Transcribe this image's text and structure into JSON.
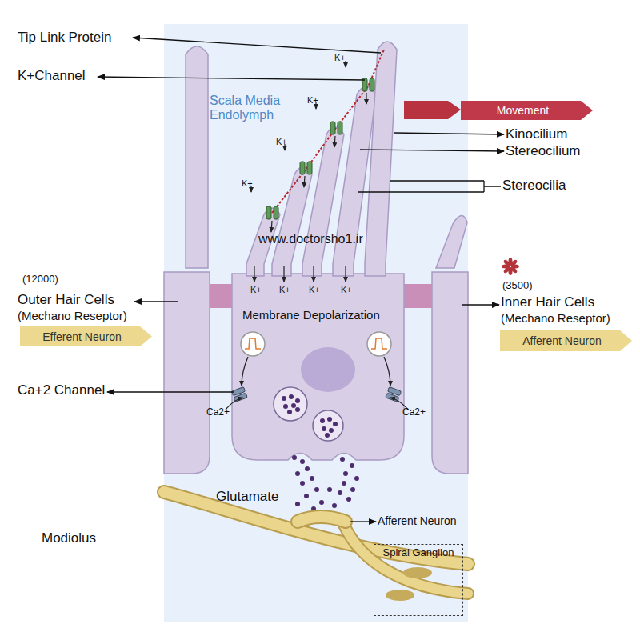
{
  "diagram": {
    "nodes": [
      {
        "text": [
          "Movement"
        ]
      },
      {
        "text": [
          "Efferent Neuron"
        ]
      },
      {
        "text": [
          "Afferent Neuron"
        ]
      },
      {
        "text": [
          "Spiral Ganglion"
        ]
      }
    ],
    "labels": [
      "Tip Link Protein",
      "K+Channel",
      "K+",
      "Scala Media Endolymph",
      "K+",
      "K+",
      "K+",
      "Kinocilium",
      "Stereocilium",
      "Stereocilia",
      "www.doctorsho1.ir",
      "(12000)",
      "Outer Hair Cells",
      "(Mechano Reseptor)",
      "(3500)",
      "Inner Hair Cells",
      "(Mechano Reseptor)",
      "K+",
      "K+",
      "K+",
      "K+",
      "Membrane Depolarization",
      "Ca+2 Channel",
      "Ca2+",
      "Ca2+",
      "Glutamate",
      "Afferent Neuron",
      "Modiolus"
    ]
  }
}
